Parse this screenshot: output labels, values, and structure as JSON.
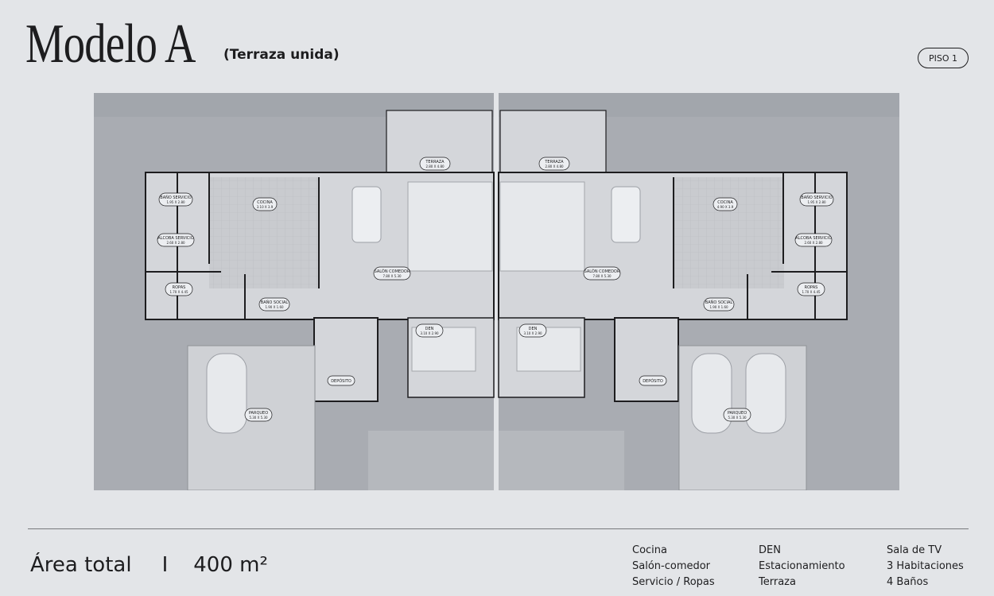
{
  "header": {
    "title": "Modelo A",
    "subtitle": "(Terraza unida)",
    "floor_badge": "PISO 1"
  },
  "plan": {
    "left_unit": {
      "terraza": {
        "name": "TERRAZA",
        "dims": "2.80 X 4.80"
      },
      "bano_servicio": {
        "name": "BAÑO SERVICIO",
        "dims": "1.95 X 2.80"
      },
      "alcoba_servicio": {
        "name": "ALCOBA SERVICIO",
        "dims": "2.60 X 2.80"
      },
      "cocina": {
        "name": "COCINA",
        "dims": "3.10 X 3.9"
      },
      "ropas": {
        "name": "ROPAS",
        "dims": "1.70 X 4.45"
      },
      "bano_social": {
        "name": "BAÑO SOCIAL",
        "dims": "1.90 X 1.60"
      },
      "salon_comedor": {
        "name": "SALÓN COMEDOR",
        "dims": "7.80 X 5.30"
      },
      "den": {
        "name": "DEN",
        "dims": "3.10 X 2.90"
      },
      "deposito": {
        "name": "DEPÓSITO"
      },
      "parqueo": {
        "name": "PARQUEO",
        "dims": "5.30 X 5.30"
      }
    },
    "right_unit": {
      "terraza": {
        "name": "TERRAZA",
        "dims": "2.80 X 4.80"
      },
      "bano_servicio": {
        "name": "BAÑO SERVICIO",
        "dims": "1.95 X 2.80"
      },
      "alcoba_servicio": {
        "name": "ALCOBA SERVICIO",
        "dims": "2.60 X 2.80"
      },
      "cocina": {
        "name": "COCINA",
        "dims": "4.90 X 3.9"
      },
      "ropas": {
        "name": "ROPAS",
        "dims": "1.70 X 4.45"
      },
      "bano_social": {
        "name": "BAÑO SOCIAL",
        "dims": "1.90 X 1.60"
      },
      "salon_comedor": {
        "name": "SALÓN COMEDOR",
        "dims": "7.80 X 5.30"
      },
      "den": {
        "name": "DEN",
        "dims": "3.10 X 2.90"
      },
      "deposito": {
        "name": "DEPÓSITO"
      },
      "parqueo": {
        "name": "PARQUEO",
        "dims": "5.30 X 5.30"
      }
    }
  },
  "footer": {
    "area_label": "Área total",
    "separator": "I",
    "area_value": "400 m²",
    "features_col1": [
      "Cocina",
      "Salón-comedor",
      "Servicio / Ropas"
    ],
    "features_col2": [
      "DEN",
      "Estacionamiento",
      "Terraza"
    ],
    "features_col3": [
      "Sala de TV",
      "3 Habitaciones",
      "4 Baños"
    ]
  },
  "colors": {
    "background": "#e3e5e8",
    "plan_ground": "#a9acb2",
    "interior": "#d4d6da",
    "wall": "#1d1d1f",
    "text": "#1d1d1f"
  }
}
